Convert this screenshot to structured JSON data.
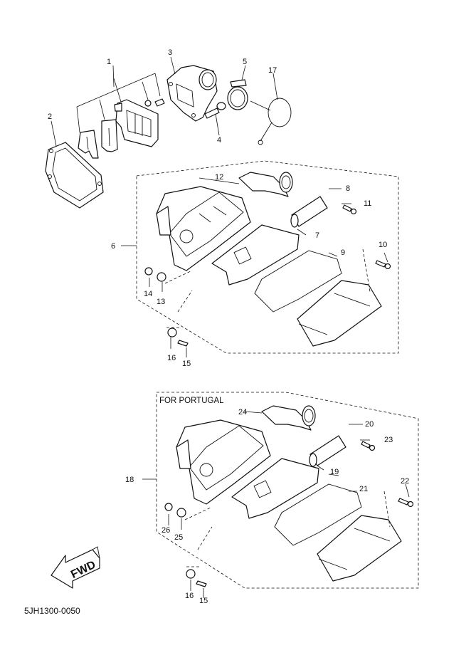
{
  "diagram": {
    "type": "exploded-parts-diagram",
    "drawing_code": "5JH1300-0050",
    "note_lower_group": "FOR PORTUGAL",
    "fwd_arrow_label": "FWD",
    "colors": {
      "line": "#111111",
      "background": "#ffffff",
      "shade": "#dcdcdc"
    },
    "callouts": {
      "c1": "1",
      "c2": "2",
      "c3": "3",
      "c4": "4",
      "c5": "5",
      "c17": "17",
      "c6": "6",
      "c7": "7",
      "c8": "8",
      "c9": "9",
      "c10": "10",
      "c11": "11",
      "c12": "12",
      "c13": "13",
      "c14": "14",
      "c15a": "15",
      "c16a": "16",
      "c18": "18",
      "c19": "19",
      "c20": "20",
      "c21": "21",
      "c22": "22",
      "c23": "23",
      "c24": "24",
      "c25": "25",
      "c26": "26",
      "c15b": "15",
      "c16b": "16"
    },
    "groups": [
      {
        "name": "reed-valve-and-joint",
        "parts": [
          "1",
          "2",
          "3",
          "4",
          "5",
          "17"
        ]
      },
      {
        "name": "air-cleaner-assembly",
        "assembly": "6",
        "parts": [
          "7",
          "8",
          "9",
          "10",
          "11",
          "12",
          "13",
          "14",
          "15",
          "16"
        ]
      },
      {
        "name": "air-cleaner-assembly-portugal",
        "assembly": "18",
        "parts": [
          "19",
          "20",
          "21",
          "22",
          "23",
          "24",
          "25",
          "26",
          "15",
          "16"
        ]
      }
    ]
  }
}
